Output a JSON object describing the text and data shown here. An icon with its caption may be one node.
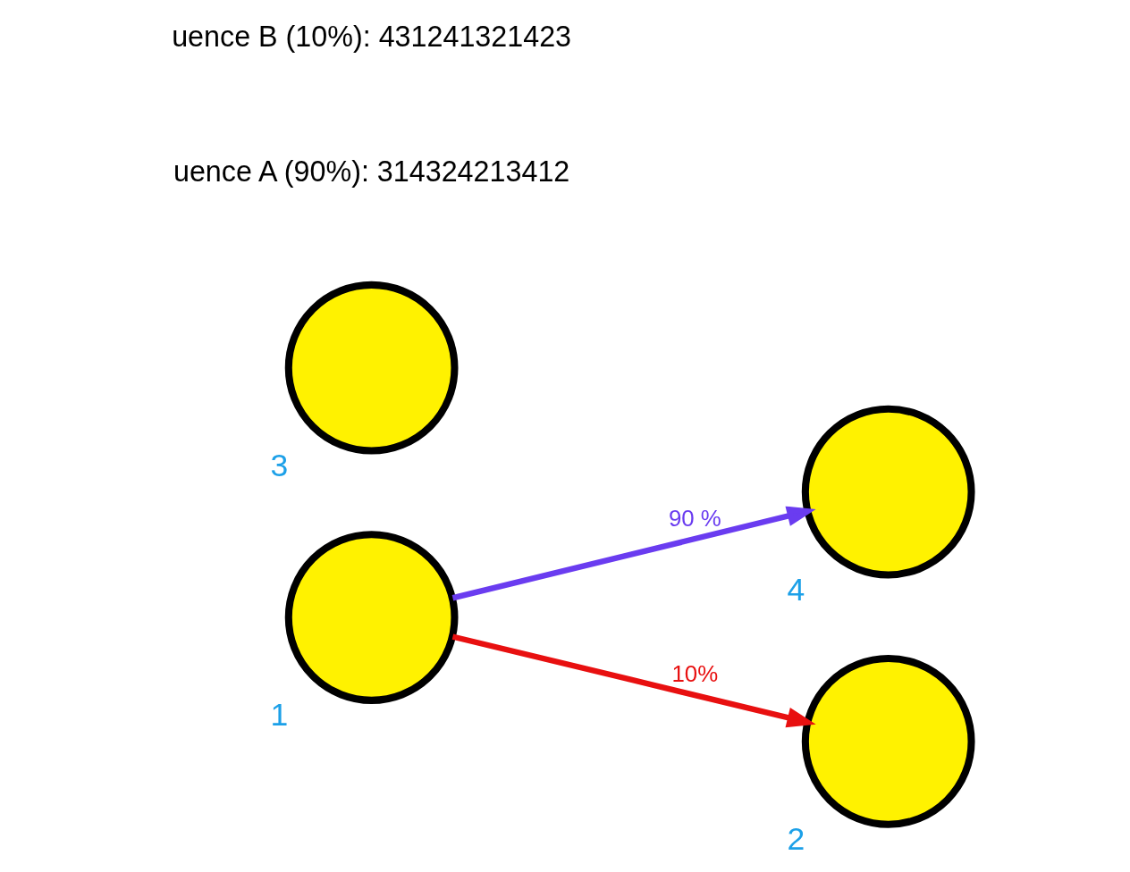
{
  "diagram": {
    "nodes": [
      {
        "text": [],
        "shape": "circle",
        "beside": [
          "4"
        ]
      },
      {
        "text": [],
        "shape": "circle",
        "beside": [
          "3"
        ]
      },
      {
        "text": [],
        "shape": "circle",
        "beside": [
          "1"
        ]
      },
      {
        "text": [],
        "shape": "circle",
        "beside": [
          "2"
        ]
      }
    ],
    "edges": [
      {
        "from": 2,
        "to": 0,
        "arrow": "to",
        "label": "90 %",
        "color": "#6a3cf0"
      },
      {
        "from": 2,
        "to": 3,
        "arrow": "to",
        "label": "10%",
        "color": "#e81010"
      }
    ],
    "labels": [
      "uence A (90%): 314324213412",
      "uence B (10%): 431241321423"
    ]
  }
}
